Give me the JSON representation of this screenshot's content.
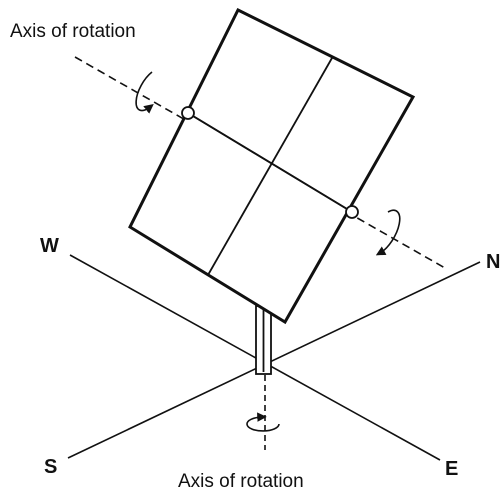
{
  "labels": {
    "top_axis": "Axis of rotation",
    "bottom_axis": "Axis of rotation"
  },
  "compass": {
    "west": "W",
    "north": "N",
    "south": "S",
    "east": "E"
  },
  "colors": {
    "ink": "#111111",
    "background": "#ffffff"
  }
}
